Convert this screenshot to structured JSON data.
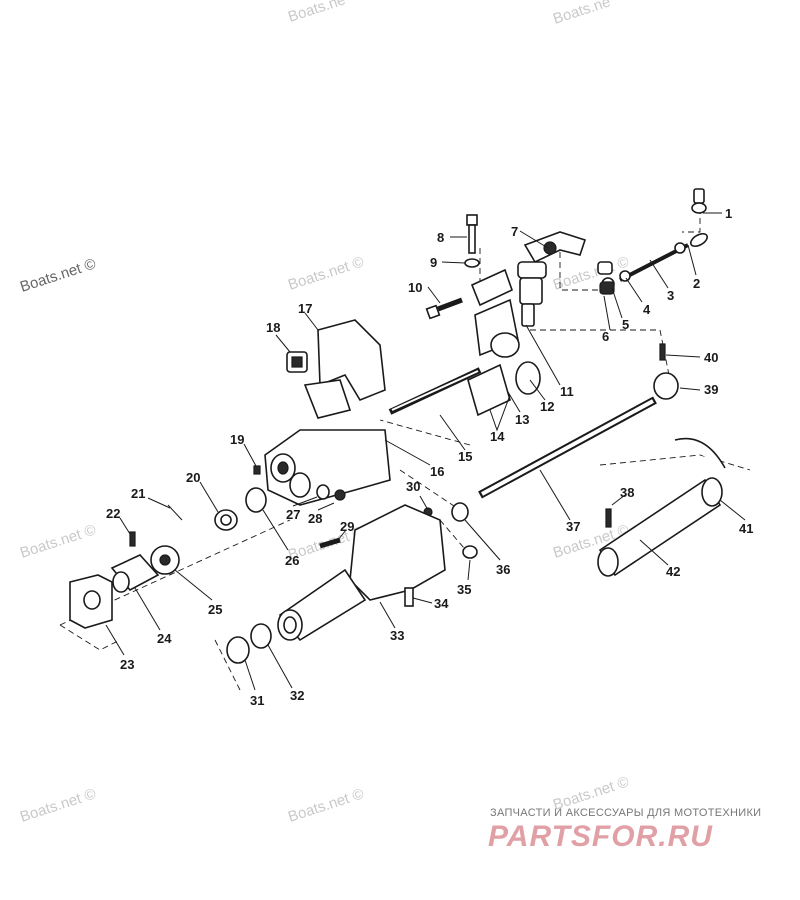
{
  "watermarks": {
    "site": "Boats.net ©",
    "site_short": "Boats.ne"
  },
  "brand": {
    "tagline": "ЗАПЧАСТИ И АКСЕССУАРЫ ДЛЯ МОТОТЕХНИКИ",
    "logo_text": "PARTSFOR.RU",
    "logo_color": "#e0a0a6"
  },
  "callouts": [
    "1",
    "2",
    "3",
    "4",
    "5",
    "6",
    "7",
    "8",
    "9",
    "10",
    "11",
    "12",
    "13",
    "14",
    "15",
    "16",
    "17",
    "18",
    "19",
    "20",
    "21",
    "22",
    "23",
    "24",
    "25",
    "26",
    "27",
    "28",
    "29",
    "30",
    "31",
    "32",
    "33",
    "34",
    "35",
    "36",
    "37",
    "38",
    "39",
    "40",
    "41",
    "42"
  ]
}
